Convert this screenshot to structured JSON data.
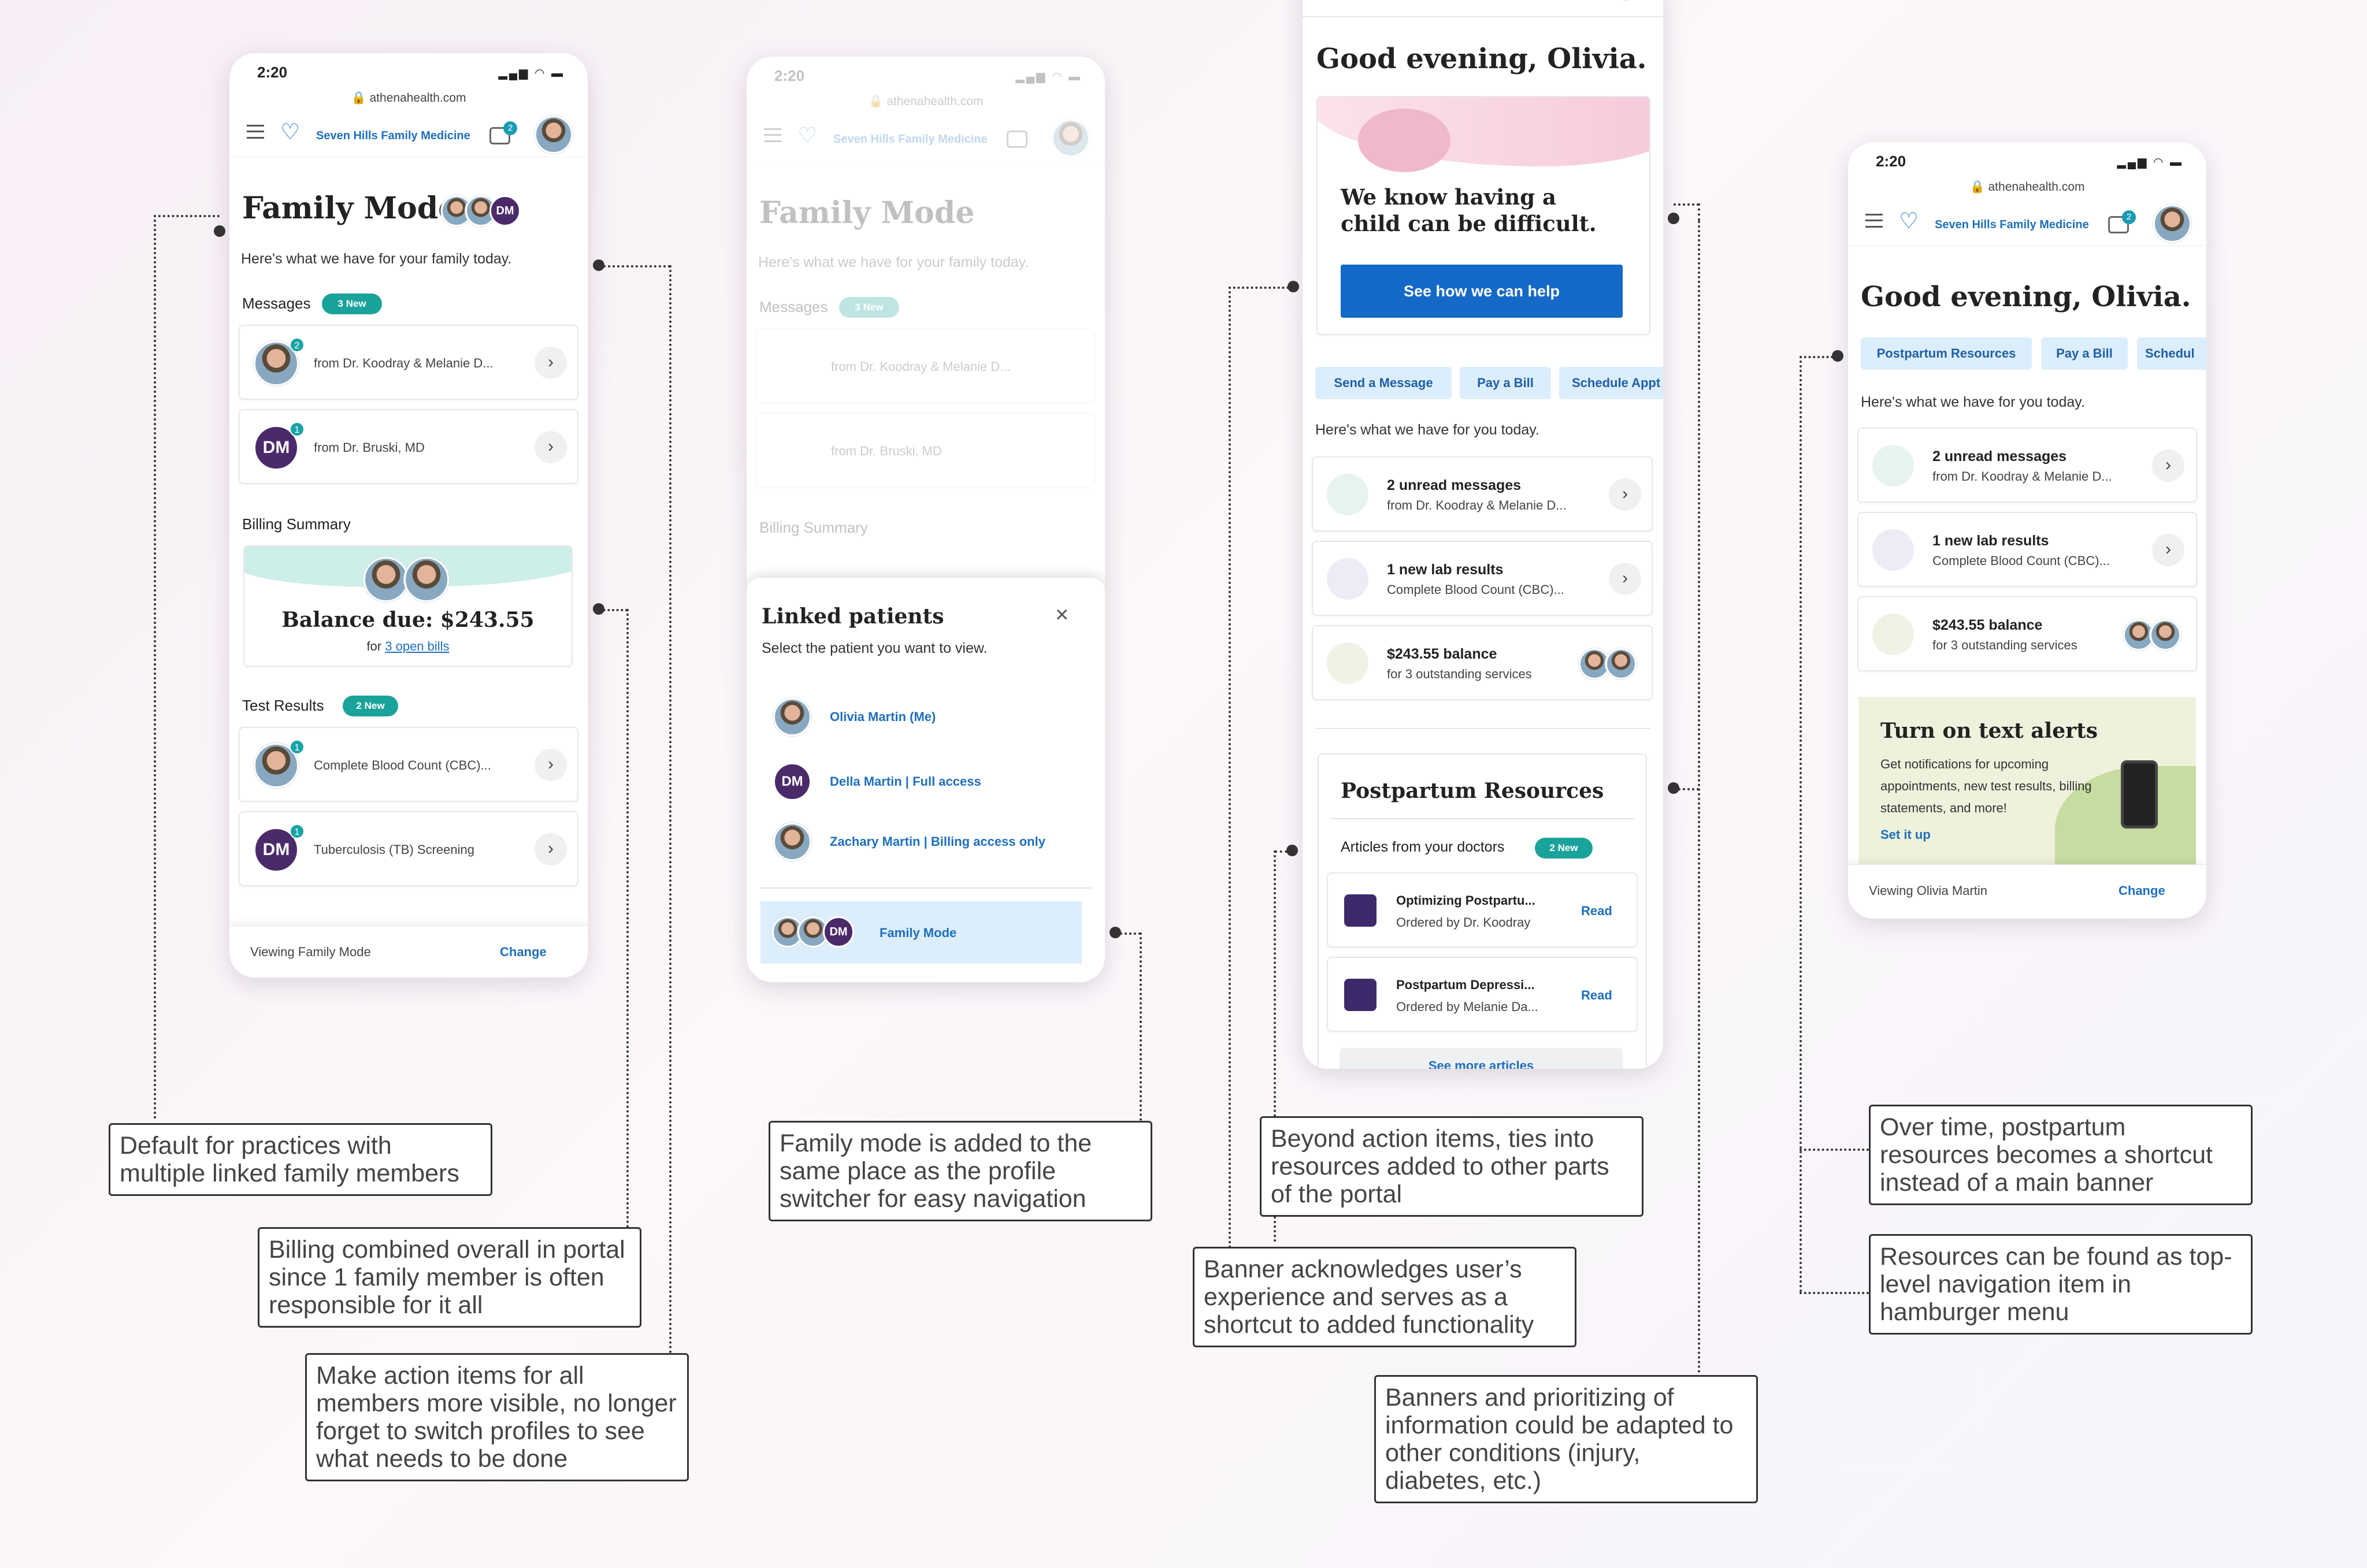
{
  "colors": {
    "accent": "#1f73c6",
    "teal": "#1aa39a",
    "purple": "#4b2a6a",
    "highlight": "#dceefc"
  },
  "status": {
    "time": "2:20",
    "url": "athenahealth.com"
  },
  "practice_name": "Seven Hills Family Medicine",
  "msg_badge": "2",
  "phone1": {
    "title": "Family Mode",
    "subtitle": "Here's what we have for your family today.",
    "dm": "DM",
    "messages_label": "Messages",
    "messages_badge": "3 New",
    "msg1": "from Dr. Koodray & Melanie D...",
    "msg1_count": "2",
    "msg2": "from Dr. Bruski, MD",
    "msg2_count": "1",
    "billing_label": "Billing Summary",
    "balance": "Balance due: $243.55",
    "for": "for",
    "open_bills": "3 open bills",
    "tests_label": "Test Results",
    "tests_badge": "2 New",
    "test1": "Complete Blood Count (CBC)...",
    "test1_count": "1",
    "test2": "Tuberculosis (TB) Screening",
    "test2_count": "1",
    "viewing": "Viewing Family Mode",
    "change": "Change"
  },
  "phone2": {
    "title": "Family Mode",
    "subtitle": "Here's what we have for your family today.",
    "messages_label": "Messages",
    "messages_badge": "3 New",
    "msg1": "from Dr. Koodray & Melanie D...",
    "msg2": "from Dr. Bruski, MD",
    "billing_label": "Billing Summary",
    "sheet_title": "Linked patients",
    "sheet_sub": "Select the patient you want to view.",
    "p1": "Olivia Martin (Me)",
    "p2": "Della Martin | Full access",
    "p3": "Zachary Martin  |  Billing access only",
    "family_mode": "Family Mode",
    "dm": "DM",
    "close": "×"
  },
  "phone3": {
    "greeting": "Good evening, Olivia.",
    "banner_title": "We know having a child can be difficult.",
    "banner_button": "See how we can help",
    "chips": [
      "Send a Message",
      "Pay a Bill",
      "Schedule Appt"
    ],
    "subtitle": "Here's what we have for you today.",
    "item1_title": "2 unread messages",
    "item1_sub": "from Dr. Koodray & Melanie D...",
    "item2_title": "1 new lab results",
    "item2_sub": "Complete Blood Count (CBC)...",
    "item3_title": "$243.55 balance",
    "item3_sub": "for 3 outstanding services",
    "res_title": "Postpartum Resources",
    "articles_label": "Articles from your doctors",
    "articles_badge": "2 New",
    "a1_title": "Optimizing Postpartu...",
    "a1_sub": "Ordered by Dr. Koodray",
    "a2_title": "Postpartum Depressi...",
    "a2_sub": "Ordered by Melanie Da...",
    "read": "Read",
    "see_more": "See more articles"
  },
  "phone4": {
    "greeting": "Good evening, Olivia.",
    "chips": [
      "Postpartum Resources",
      "Pay a Bill",
      "Schedul"
    ],
    "subtitle": "Here's what we have for you today.",
    "item1_title": "2 unread messages",
    "item1_sub": "from Dr. Koodray & Melanie D...",
    "item2_title": "1 new lab results",
    "item2_sub": "Complete Blood Count (CBC)...",
    "item3_title": "$243.55 balance",
    "item3_sub": "for 3 outstanding services",
    "alert_title": "Turn on text alerts",
    "alert_body": "Get notifications for upcoming appointments, new test results, billing statements, and more!",
    "alert_link": "Set it up",
    "viewing": "Viewing Olivia Martin",
    "change": "Change"
  },
  "notes": {
    "n1": "Default for practices with multiple linked family members",
    "n2": "Billing combined overall in portal since 1 family member is often responsible for it all",
    "n3": "Make action items for all members more visible, no longer forget to switch profiles to see what needs to be done",
    "n4": "Family mode is added to the same place as the profile switcher for easy navigation",
    "n5": "Beyond action items, ties into resources added to other parts of the portal",
    "n6": "Banner acknowledges user’s experience and serves as a shortcut to added functionality",
    "n7": "Banners and prioritizing of information could be adapted to other conditions (injury, diabetes, etc.)",
    "n8": "Over time, postpartum resources becomes a shortcut instead of a main banner",
    "n9": "Resources can be found as top-level navigation item in hamburger menu"
  }
}
